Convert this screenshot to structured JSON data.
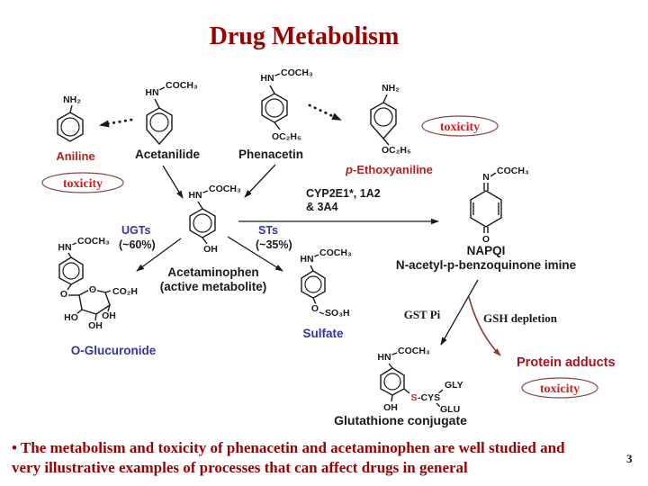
{
  "slide": {
    "title": "Drug Metabolism",
    "page_number": "3",
    "bullet_line1": "• The metabolism and toxicity of phenacetin and acetaminophen are well studied and",
    "bullet_line2": "very illustrative examples of processes that can affect drugs in general"
  },
  "colors": {
    "dark_red": "#990000",
    "red_label": "#b22222",
    "toxicity_red": "#cc2222",
    "oval_stroke": "#8b4444",
    "blue": "#3333aa",
    "ink": "#1a1a1a",
    "maroon": "#8b3a3a",
    "adduct_red": "#aa1122"
  },
  "molecules": {
    "aniline": {
      "name": "Aniline",
      "nh2": "NH₂"
    },
    "acetanilide": {
      "name": "Acetanilide",
      "hn": "HN",
      "coch3": "COCH₃"
    },
    "phenacetin": {
      "name": "Phenacetin",
      "hn": "HN",
      "coch3": "COCH₃",
      "oc2h5": "OC₂H₅"
    },
    "ethoxyaniline": {
      "name_prefix": "p",
      "name": "-Ethoxyaniline",
      "nh2": "NH₂",
      "oc2h5": "OC₂H₅"
    },
    "acetaminophen": {
      "name_line1": "Acetaminophen",
      "name_line2": "(active metabolite)",
      "hn": "HN",
      "coch3": "COCH₃",
      "oh": "OH"
    },
    "glucuronide": {
      "name": "O-Glucuronide",
      "hn": "HN",
      "coch3": "COCH₃",
      "o_link": "O",
      "ring_o": "O",
      "co2h": "CO₂H",
      "oh_right": "OH",
      "oh_bottom": "OH",
      "ho_left": "HO"
    },
    "sulfate": {
      "name": "Sulfate",
      "hn": "HN",
      "coch3": "COCH₃",
      "o": "O",
      "so3h": "SO₃H"
    },
    "napqi": {
      "name": "NAPQI",
      "full_name": "N-acetyl-p-benzoquinone imine",
      "n": "N",
      "coch3": "COCH₃",
      "o": "O"
    },
    "glutathione": {
      "name": "Glutathione conjugate",
      "hn": "HN",
      "coch3": "COCH₃",
      "oh": "OH",
      "s": "S",
      "cys": "-CYS",
      "gly": "GLY",
      "glu": "GLU"
    }
  },
  "annotations": {
    "toxicity": "toxicity",
    "ugts": "UGTs",
    "ugts_pct": "(~60%)",
    "sts": "STs",
    "sts_pct": "(~35%)",
    "cyp_line1": "CYP2E1*, 1A2",
    "cyp_line2": "& 3A4",
    "gst": "GST Pi",
    "gsh": "GSH depletion",
    "protein_adducts": "Protein adducts"
  }
}
